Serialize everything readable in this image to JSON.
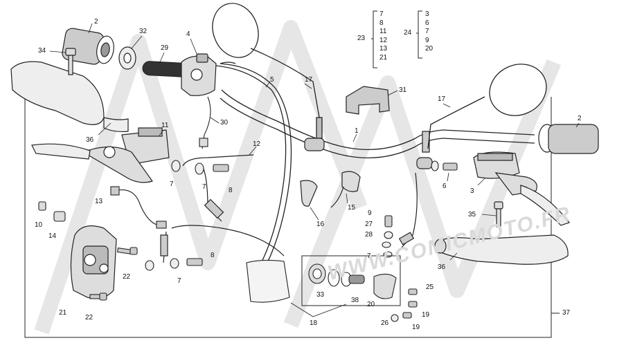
{
  "watermark": "WWW.COMICMOTO.FR",
  "callouts": [
    {
      "id": "c2a",
      "text": "2"
    },
    {
      "id": "c32",
      "text": "32"
    },
    {
      "id": "c34",
      "text": "34"
    },
    {
      "id": "c29",
      "text": "29"
    },
    {
      "id": "c4",
      "text": "4"
    },
    {
      "id": "c5",
      "text": "5"
    },
    {
      "id": "c17a",
      "text": "17"
    },
    {
      "id": "c31",
      "text": "31"
    },
    {
      "id": "c1",
      "text": "1"
    },
    {
      "id": "c17b",
      "text": "17"
    },
    {
      "id": "c2b",
      "text": "2"
    },
    {
      "id": "c30",
      "text": "30"
    },
    {
      "id": "c11",
      "text": "11"
    },
    {
      "id": "c36a",
      "text": "36"
    },
    {
      "id": "c12",
      "text": "12"
    },
    {
      "id": "c7a",
      "text": "7"
    },
    {
      "id": "c7b",
      "text": "7"
    },
    {
      "id": "c8a",
      "text": "8"
    },
    {
      "id": "c6",
      "text": "6"
    },
    {
      "id": "c3",
      "text": "3"
    },
    {
      "id": "c13",
      "text": "13"
    },
    {
      "id": "c15",
      "text": "15"
    },
    {
      "id": "c16",
      "text": "16"
    },
    {
      "id": "c9",
      "text": "9"
    },
    {
      "id": "c27",
      "text": "27"
    },
    {
      "id": "c28",
      "text": "28"
    },
    {
      "id": "c10",
      "text": "10"
    },
    {
      "id": "c14",
      "text": "14"
    },
    {
      "id": "c35",
      "text": "35"
    },
    {
      "id": "c7c",
      "text": "7"
    },
    {
      "id": "c36b",
      "text": "36"
    },
    {
      "id": "c22a",
      "text": "22"
    },
    {
      "id": "c8b",
      "text": "8"
    },
    {
      "id": "c7d",
      "text": "7"
    },
    {
      "id": "c25",
      "text": "25"
    },
    {
      "id": "c33",
      "text": "33"
    },
    {
      "id": "c38",
      "text": "38"
    },
    {
      "id": "c20",
      "text": "20"
    },
    {
      "id": "c21",
      "text": "21"
    },
    {
      "id": "c22b",
      "text": "22"
    },
    {
      "id": "c19a",
      "text": "19"
    },
    {
      "id": "c26",
      "text": "26"
    },
    {
      "id": "c19b",
      "text": "19"
    },
    {
      "id": "c18",
      "text": "18"
    },
    {
      "id": "c37",
      "text": "37"
    }
  ],
  "groups": {
    "g23": {
      "label": "23",
      "items": [
        "7",
        "8",
        "11",
        "12",
        "13",
        "21"
      ]
    },
    "g24": {
      "label": "24",
      "items": [
        "3",
        "6",
        "7",
        "9",
        "20"
      ]
    }
  }
}
